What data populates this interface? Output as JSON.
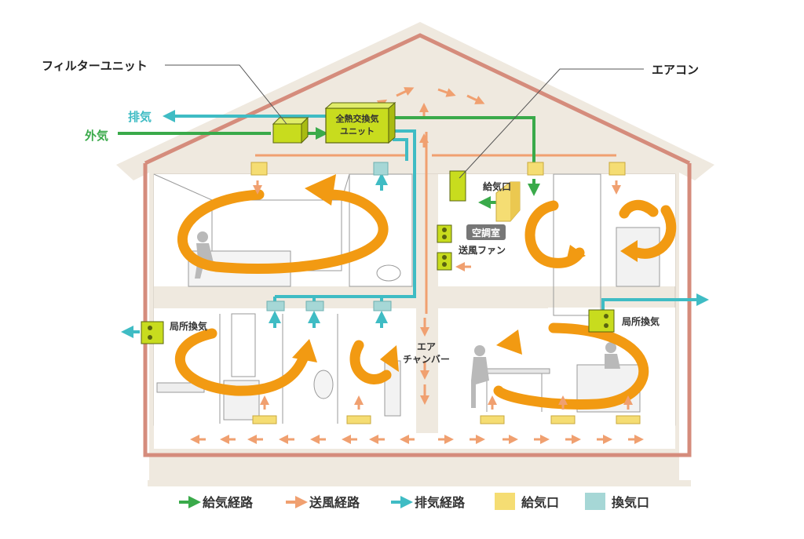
{
  "labels": {
    "filter_unit": "フィルターユニット",
    "aircon": "エアコン",
    "exhaust": "排気",
    "outside_air": "外気",
    "hrv_unit_line1": "全熱交換気",
    "hrv_unit_line2": "ユニット",
    "supply_port": "給気口",
    "ac_room": "空調室",
    "blower_fan": "送風ファン",
    "local_vent_left": "局所換気",
    "local_vent_right": "局所換気",
    "air_chamber_line1": "エア",
    "air_chamber_line2": "チャンバー"
  },
  "legend": [
    {
      "label": "給気経路",
      "kind": "arrow",
      "color": "#3aaa4a"
    },
    {
      "label": "送風経路",
      "kind": "arrow",
      "color": "#f0a070"
    },
    {
      "label": "排気経路",
      "kind": "arrow",
      "color": "#3fbcc4"
    },
    {
      "label": "給気口",
      "kind": "box",
      "color": "#f5dd73"
    },
    {
      "label": "換気口",
      "kind": "box",
      "color": "#a6d7d6"
    }
  ],
  "colors": {
    "supply": "#3aaa4a",
    "blower": "#f0a070",
    "exhaust": "#3fbcc4",
    "circulation": "#f29a12",
    "house_frame": "#efe9df",
    "house_outline": "#d58c7c",
    "unit_fill": "#c8dc1e",
    "supply_port": "#f5dd73",
    "vent_port": "#a6d7d6"
  }
}
